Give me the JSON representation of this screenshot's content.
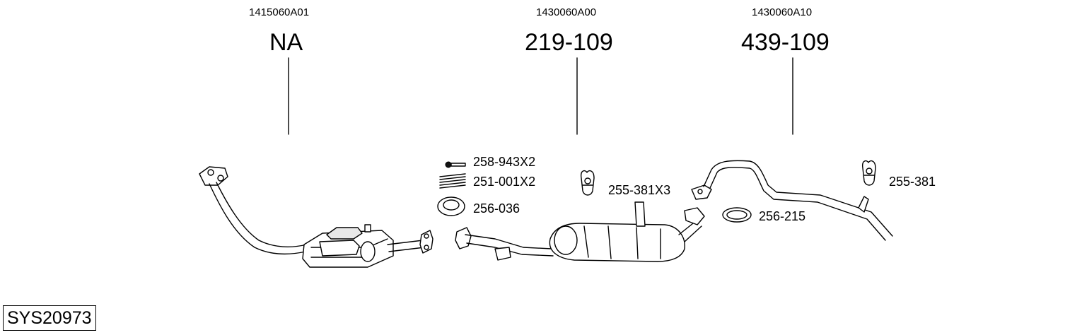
{
  "groups": [
    {
      "oem": "1415060A01",
      "ref": "NA"
    },
    {
      "oem": "1430060A00",
      "ref": "219-109"
    },
    {
      "oem": "1430060A10",
      "ref": "439-109"
    }
  ],
  "parts": {
    "bolt": "258-943X2",
    "spring": "251-001X2",
    "gasket_ring": "256-036",
    "hanger_front": "255-381X3",
    "gasket_oval": "256-215",
    "hanger_rear": "255-381"
  },
  "system_code": "SYS20973"
}
